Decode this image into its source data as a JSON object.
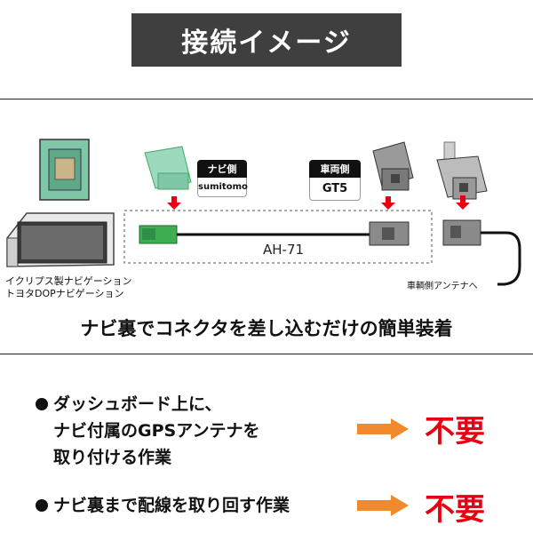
{
  "title": "接続イメージ",
  "diagram": {
    "navi_label_line1": "イクリプス製ナビゲーション",
    "navi_label_line2": "トヨタDOPナビゲーション",
    "navi_side_tag": "ナビ側",
    "navi_side_value": "sumitomo",
    "car_side_tag": "車両側",
    "car_side_value": "GT5",
    "cable_label": "AH-71",
    "antenna_label": "車輌側アンテナへ"
  },
  "headline": "ナビ裏でコネクタを差し込むだけの簡単装着",
  "items": [
    {
      "lines": [
        "ダッシュボード上に、",
        "ナビ付属のGPSアンテナを",
        "取り付ける作業"
      ],
      "result": "不要"
    },
    {
      "lines": [
        "ナビ裏まで配線を取り回す作業"
      ],
      "result": "不要"
    }
  ],
  "colors": {
    "accent_red": "#e60012",
    "arrow_orange": "#f08a2c",
    "title_bg": "#3f3f3f"
  }
}
